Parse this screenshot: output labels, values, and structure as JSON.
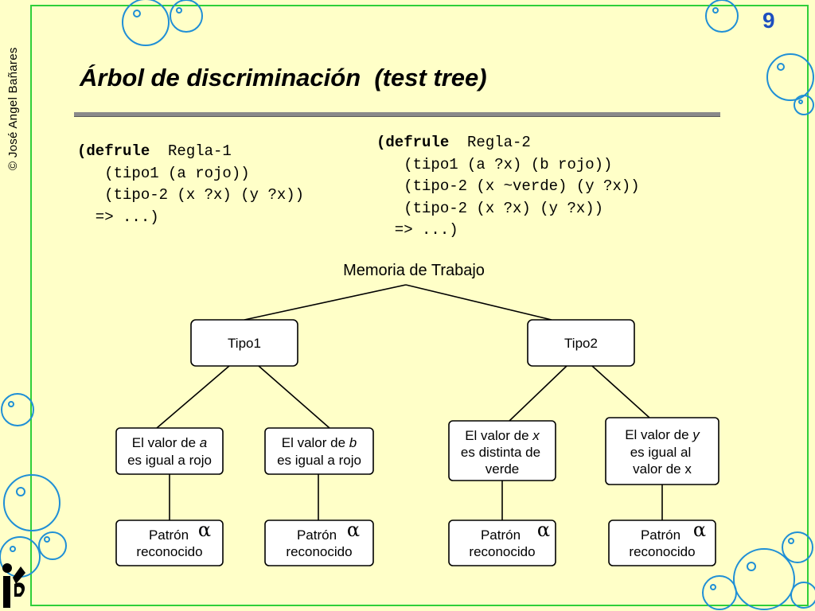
{
  "slide": {
    "copyright": "© José Angel Bañares",
    "page_number": "9",
    "title": "Árbol de discriminación  (test tree)"
  },
  "rule1": {
    "lines": [
      {
        "kw": "(defrule",
        "rest": "  Regla-1"
      },
      {
        "kw": "",
        "rest": "   (tipo1 (a rojo))"
      },
      {
        "kw": "",
        "rest": "   (tipo-2 (x ?x) (y ?x))"
      },
      {
        "kw": "",
        "rest": "  => ...)"
      }
    ]
  },
  "rule2": {
    "lines": [
      {
        "kw": "(defrule",
        "rest": "  Regla-2"
      },
      {
        "kw": "",
        "rest": "   (tipo1 (a ?x) (b rojo))"
      },
      {
        "kw": "",
        "rest": "   (tipo-2 (x ~verde) (y ?x))"
      },
      {
        "kw": "",
        "rest": "   (tipo-2 (x ?x) (y ?x))"
      },
      {
        "kw": "",
        "rest": "  => ...)"
      }
    ]
  },
  "tree": {
    "root_label": "Memoria de Trabajo",
    "tipo1_label": "Tipo1",
    "tipo2_label": "Tipo2",
    "test_a": {
      "line1_pre": "El  valor de ",
      "line1_var": "a",
      "line2": "es igual a rojo"
    },
    "test_b": {
      "line1_pre": "El  valor de ",
      "line1_var": "b",
      "line2": "es igual a rojo"
    },
    "test_x": {
      "line1_pre": "El  valor de ",
      "line1_var": "x",
      "line2": "es distinta de",
      "line3": "verde"
    },
    "test_y": {
      "line1_pre": "El  valor de ",
      "line1_var": "y",
      "line2": "es igual al",
      "line3": "valor de x"
    },
    "pattern_line1": "Patrón",
    "pattern_line2": "reconocido",
    "alpha_symbol": "α"
  },
  "colors": {
    "background": "#ffffc8",
    "frame": "#2fcf3a",
    "bubble": "#1f8fd6",
    "page_number": "#1d4fbf"
  }
}
